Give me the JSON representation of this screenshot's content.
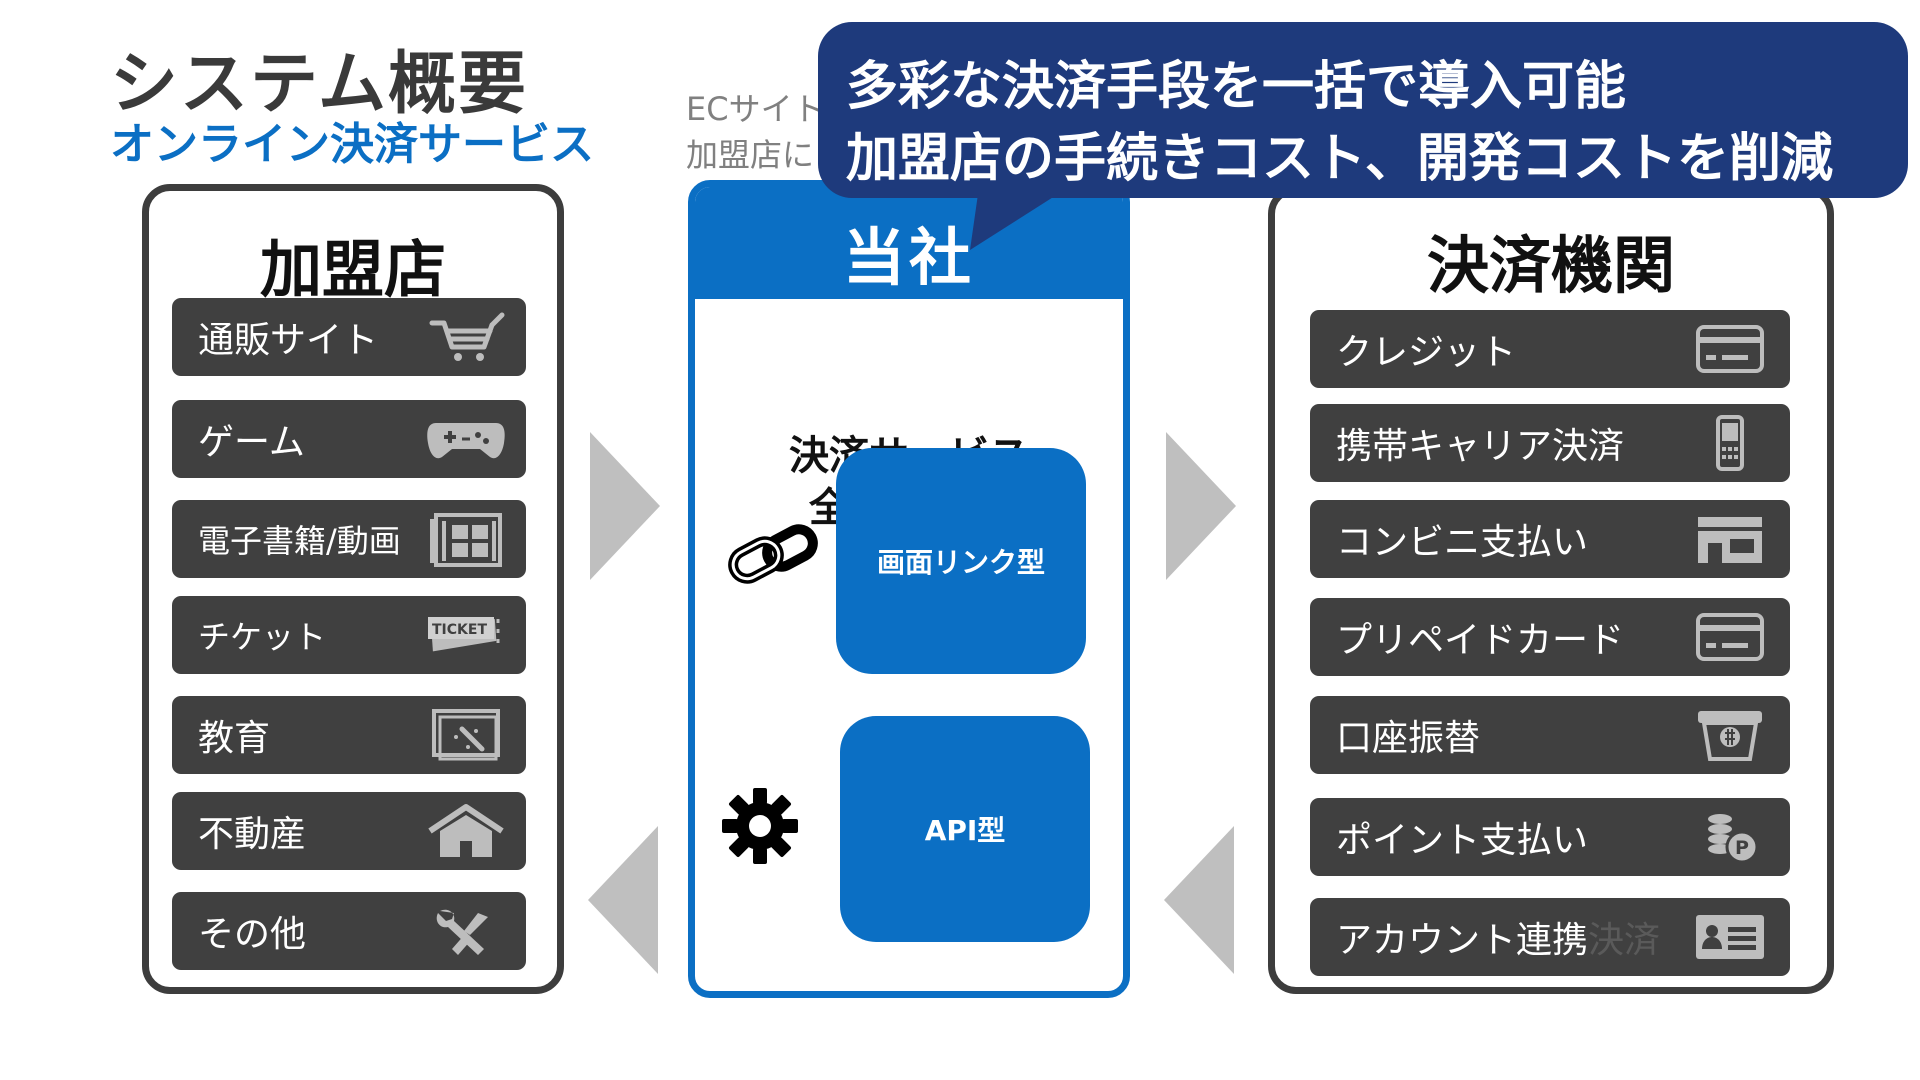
{
  "title": "システム概要",
  "subtitle": "オンライン決済サービス",
  "partially_hidden_text": {
    "line1": "ECサイト",
    "line2": "加盟店に"
  },
  "callout": {
    "line1": "多彩な決済手段を一括で導入可能",
    "line2": "加盟店の手続きコスト、開発コストを削減"
  },
  "merchants": {
    "title": "加盟店",
    "items": [
      {
        "label": "通販サイト",
        "icon": "shopping-cart-icon"
      },
      {
        "label": "ゲーム",
        "icon": "gamepad-icon"
      },
      {
        "label": "電子書籍/動画",
        "icon": "film-icon"
      },
      {
        "label": "チケット",
        "icon": "ticket-icon"
      },
      {
        "label": "教育",
        "icon": "education-icon"
      },
      {
        "label": "不動産",
        "icon": "house-icon"
      },
      {
        "label": "その他",
        "icon": "tools-icon"
      }
    ]
  },
  "center": {
    "title": "当社",
    "desc_line1": "決済サービス",
    "desc_line2": "全て一本化",
    "methods": [
      {
        "label": "画面リンク型",
        "icon": "link-icon"
      },
      {
        "label": "API型",
        "icon": "gear-icon"
      }
    ]
  },
  "providers": {
    "title": "決済機関",
    "items": [
      {
        "label": "クレジット",
        "icon": "credit-card-icon"
      },
      {
        "label": "携帯キャリア決済",
        "icon": "mobile-phone-icon"
      },
      {
        "label": "コンビニ支払い",
        "icon": "convenience-store-icon"
      },
      {
        "label": "プリペイドカード",
        "icon": "prepaid-card-icon"
      },
      {
        "label": "口座振替",
        "icon": "atm-icon"
      },
      {
        "label": "ポイント支払い",
        "icon": "points-icon"
      },
      {
        "label": "アカウント連携",
        "icon": "id-card-icon",
        "ghost_suffix": "決済"
      }
    ]
  },
  "colors": {
    "accent": "#0b6fc4",
    "callout": "#1e3a7c",
    "bar": "#404040",
    "arrow": "#bfbfbf"
  }
}
